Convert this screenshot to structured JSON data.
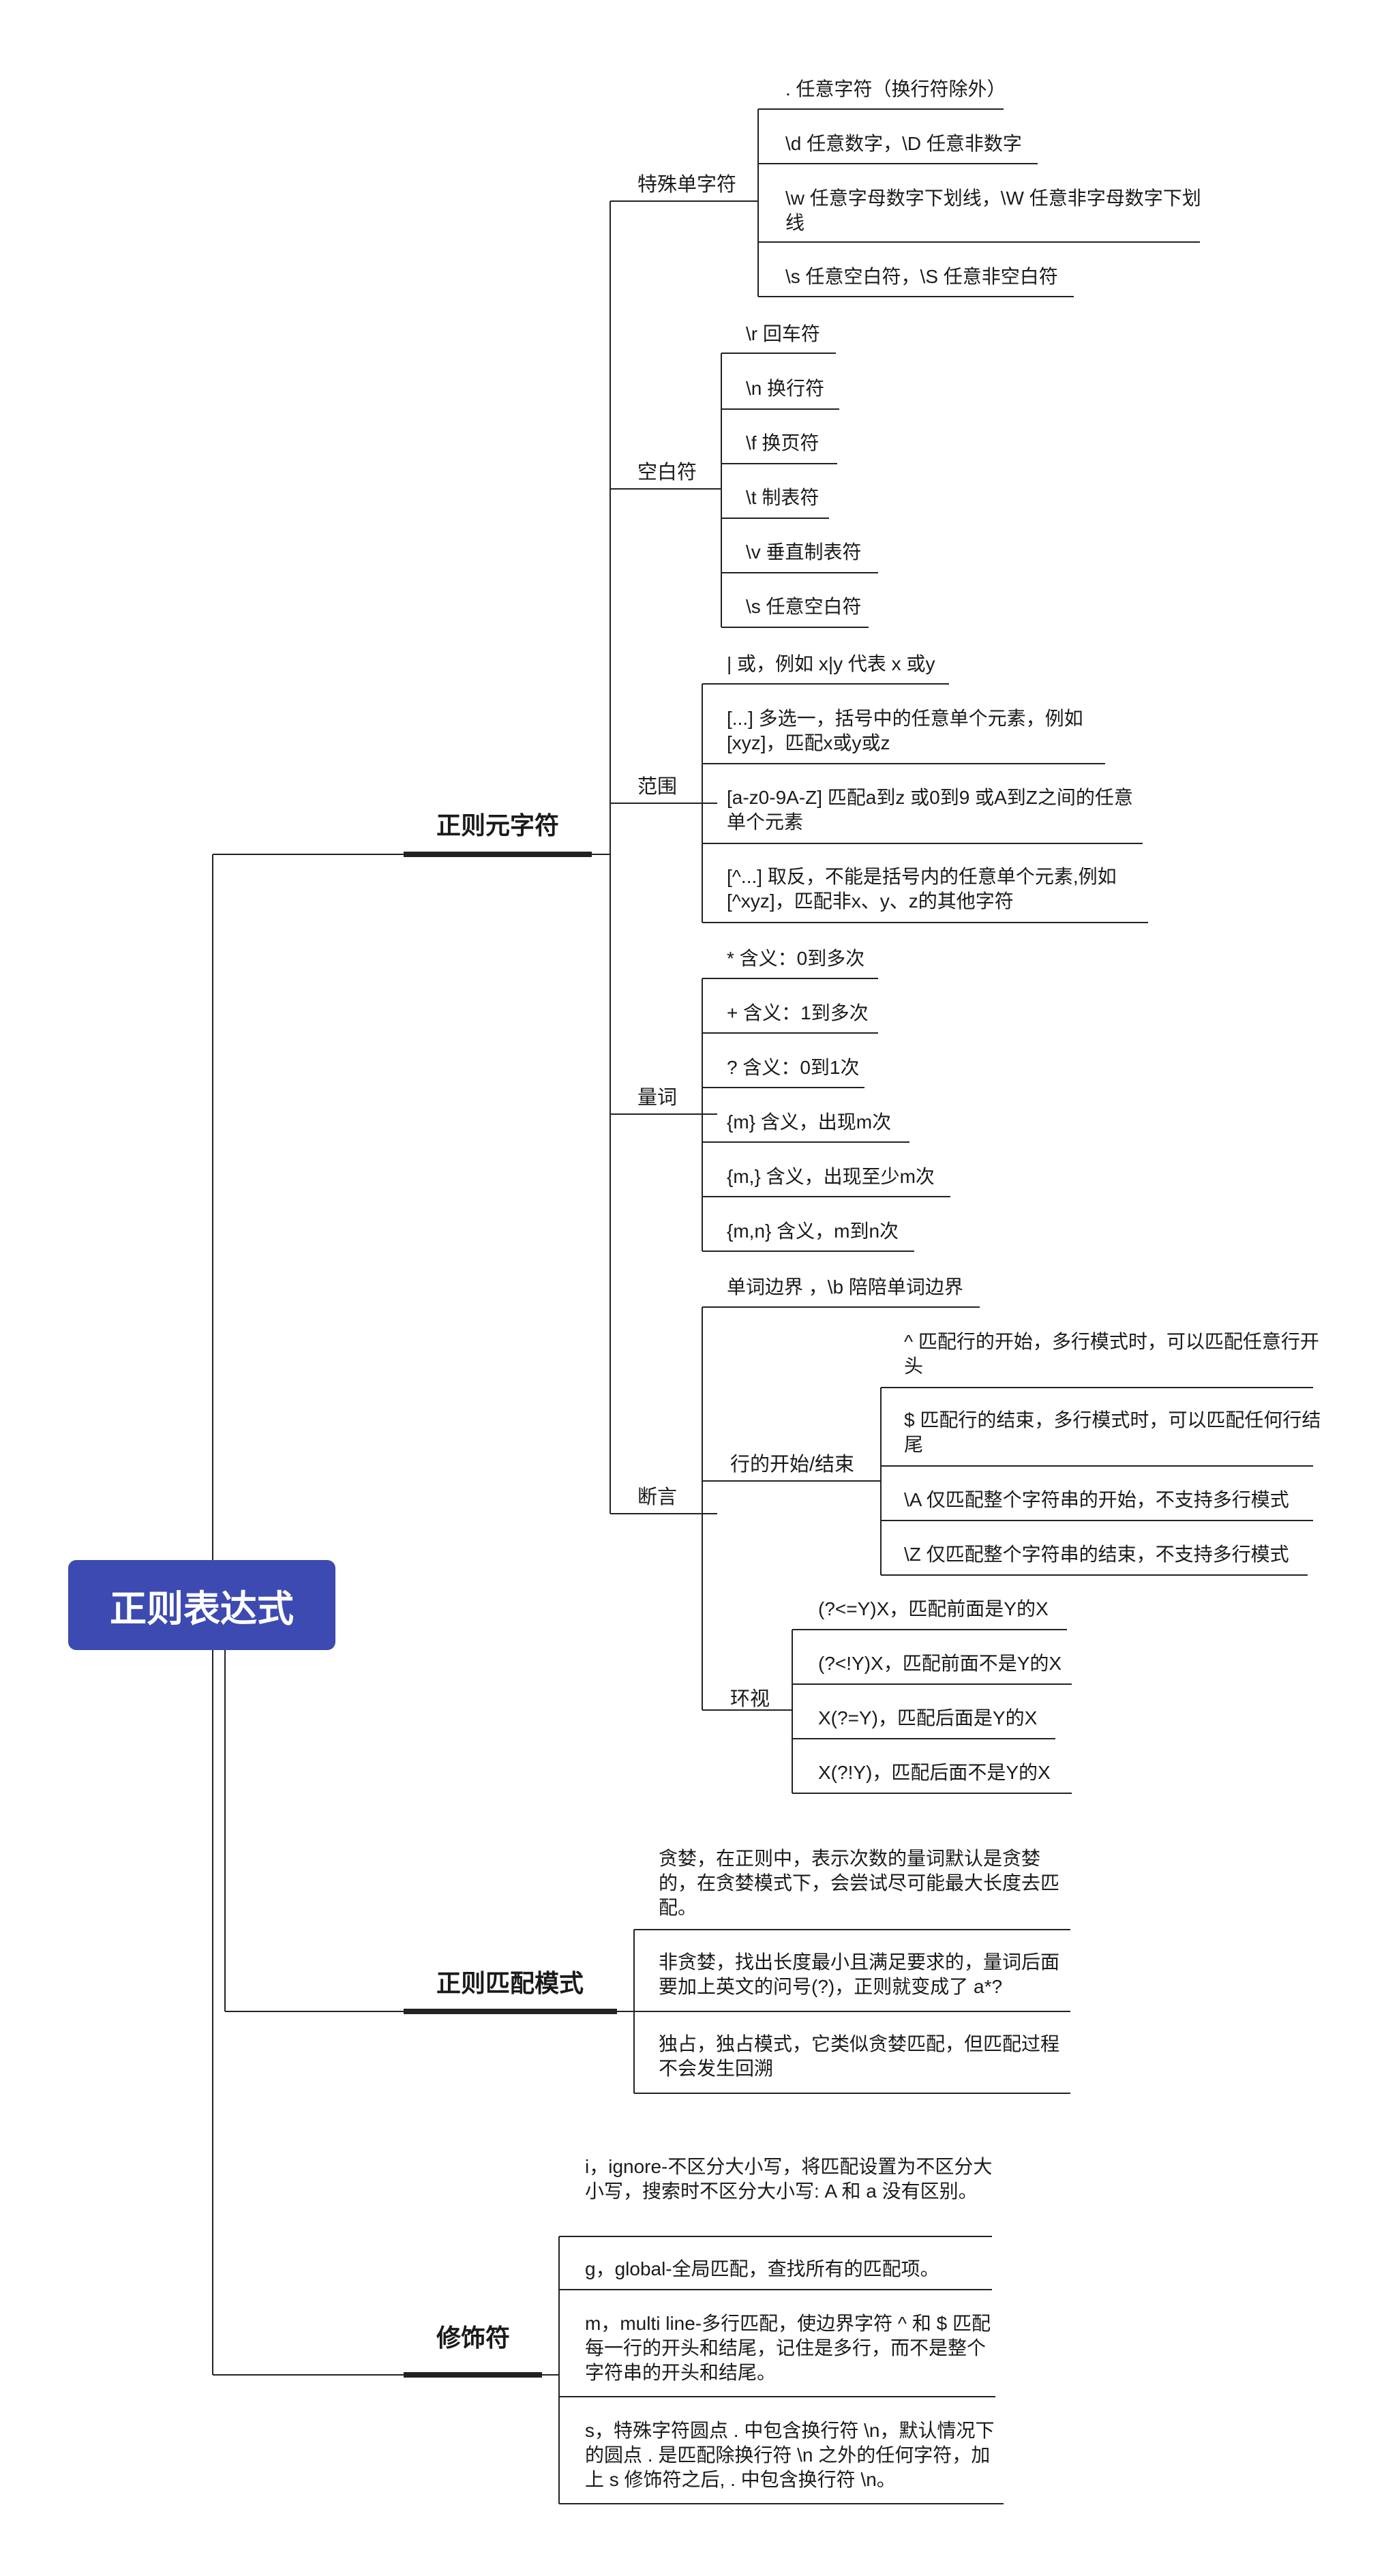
{
  "root": "正则表达式",
  "main": {
    "meta": "正则元字符",
    "mode": "正则匹配模式",
    "mod": "修饰符"
  },
  "meta": {
    "special": {
      "label": "特殊单字符",
      "items": [
        ". 任意字符（换行符除外）",
        "\\d 任意数字，\\D 任意非数字",
        "\\w 任意字母数字下划线，\\W 任意非字母数字下划线",
        "\\s 任意空白符，\\S 任意非空白符"
      ]
    },
    "whitespace": {
      "label": "空白符",
      "items": [
        "\\r 回车符",
        "\\n 换行符",
        "\\f 换页符",
        "\\t 制表符",
        "\\v 垂直制表符",
        "\\s 任意空白符"
      ]
    },
    "range": {
      "label": "范围",
      "items": [
        "| 或，例如 x|y 代表 x 或y",
        "[...] 多选一，括号中的任意单个元素，例如[xyz]，匹配x或y或z",
        "[a-z0-9A-Z] 匹配a到z 或0到9 或A到Z之间的任意单个元素",
        "[^...] 取反，不能是括号内的任意单个元素,例如[^xyz]，匹配非x、y、z的其他字符"
      ]
    },
    "quant": {
      "label": "量词",
      "items": [
        "* 含义：0到多次",
        "+ 含义：1到多次",
        "? 含义：0到1次",
        "{m} 含义，出现m次",
        "{m,} 含义，出现至少m次",
        "{m,n} 含义，m到n次"
      ]
    },
    "assert": {
      "label": "断言",
      "word": "单词边界 ，\\b 陪陪单词边界",
      "lineb": {
        "label": "行的开始/结束",
        "items": [
          "^ 匹配行的开始，多行模式时，可以匹配任意行开头",
          "$ 匹配行的结束，多行模式时，可以匹配任何行结尾",
          "\\A 仅匹配整个字符串的开始，不支持多行模式",
          "\\Z 仅匹配整个字符串的结束，不支持多行模式"
        ]
      },
      "look": {
        "label": "环视",
        "items": [
          "(?<=Y)X，匹配前面是Y的X",
          "(?<!Y)X，匹配前面不是Y的X",
          "X(?=Y)，匹配后面是Y的X",
          "X(?!Y)，匹配后面不是Y的X"
        ]
      }
    }
  },
  "mode": {
    "items": [
      "贪婪，在正则中，表示次数的量词默认是贪婪的，在贪婪模式下，会尝试尽可能最大长度去匹配。",
      "非贪婪，找出长度最小且满足要求的，量词后面要加上英文的问号(?)，正则就变成了 a*?",
      "独占，独占模式，它类似贪婪匹配，但匹配过程不会发生回溯"
    ]
  },
  "mod": {
    "items": [
      "i，ignore-不区分大小写，将匹配设置为不区分大小写，搜索时不区分大小写: A 和 a 没有区别。",
      "g，global-全局匹配，查找所有的匹配项。",
      "m，multi line-多行匹配，使边界字符 ^ 和 $ 匹配每一行的开头和结尾，记住是多行，而不是整个字符串的开头和结尾。",
      "s，特殊字符圆点 . 中包含换行符 \\n，默认情况下的圆点 . 是匹配除换行符 \\n 之外的任何字符，加上 s 修饰符之后, . 中包含换行符 \\n。"
    ]
  }
}
